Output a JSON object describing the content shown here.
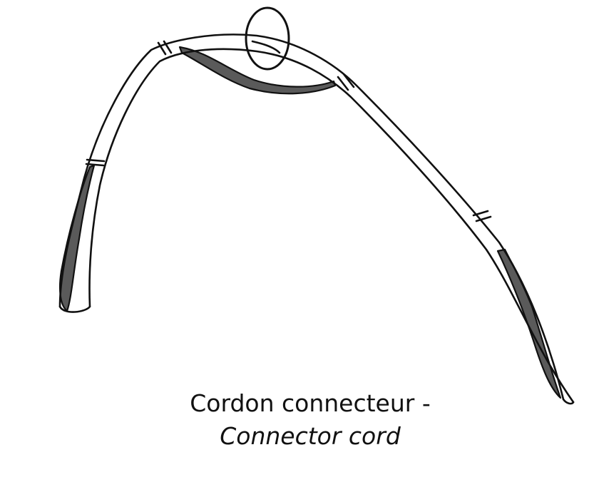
{
  "illustration": {
    "subject": "connector-cord",
    "colors": {
      "outline": "#111111",
      "strap_face": "#ffffff",
      "strap_reverse": "#5a5a5a",
      "background": "#ffffff"
    }
  },
  "caption": {
    "line1": "Cordon connecteur -",
    "line2": "Connector cord"
  }
}
